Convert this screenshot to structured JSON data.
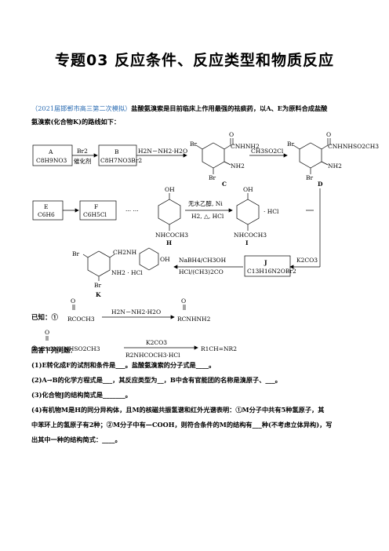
{
  "title": "专题03    反应条件、反应类型和物质反应",
  "intro": {
    "source": "（2021届邯郸市高三第二次模拟）",
    "text_1": "盐酸氨溴索是目前临床上作用最强的祛痰药，以A、E为原料合成盐酸",
    "text_2": "氨溴索(化合物K)的路线如下："
  },
  "scheme": {
    "A_label": "A",
    "A_formula": "C8H9NO3",
    "arrow_AB_top": "Br2",
    "arrow_AB_bottom": "催化剂",
    "B_label": "B",
    "B_formula": "C8H7NO3Br2",
    "reagent_BC": "H2N－NH2·H2O",
    "C_label": "C",
    "reagent_CD": "CH3SO2Cl",
    "D_label": "D",
    "E_label": "E",
    "E_formula": "C6H6",
    "F_label": "F",
    "F_formula": "C6H5Cl",
    "dots": "··· ···",
    "H_label": "H",
    "reagent_HI_1": "无水乙醇, Ni",
    "reagent_HI_2": "H2, △, HCl",
    "I_label": "I",
    "I_hcl": "· HCl",
    "J_label": "J",
    "J_formula": "C13H16N2OBr2",
    "reagent_DJ": "K2CO3",
    "reagent_JK_1": "NaBH4/CH3OH",
    "reagent_JK_2": "HCl/(CH3)2CO",
    "K_label": "K",
    "atom_Br": "Br",
    "atom_O": "O",
    "atom_OH": "OH",
    "C_group": "CNHNH2",
    "D_group": "CNHNHSO2CH3",
    "NH2": "NH2",
    "NHCOCH3": "NHCOCH3",
    "K_side": "CH2NH",
    "K_nh2hcl": "NH2 · HCl"
  },
  "known": {
    "label": "已知：①",
    "eq1_left": "RCOCH3",
    "eq1_reagent": "H2N－NH2·H2O",
    "eq1_right": "RCNHNH2",
    "eq2_label": "②",
    "eq2_left": "R1CNHNHSO2CH3",
    "eq2_reagent_top": "K2CO3",
    "eq2_reagent_bottom": "R2NHCOCH3·HCl",
    "eq2_right": "R1CH=NR2"
  },
  "questions": {
    "intro": "回答下列问题：",
    "q1": "(1)E转化成F的试剂和条件是___。盐酸氨溴索的分子式是____。",
    "q2": "(2)A→B的化学方程式是___，其反应类型为__，B中含有官能团的名称是溴原子、___。",
    "q3": "(3)化合物J的结构简式是_______。",
    "q4a": "(4)有机物M是H的同分异构体，且M的核磁共振氢谱和红外光谱表明：①M分子中共有5种氢原子，其",
    "q4b": "中苯环上的氢原子有2种；②M分子中有—COOH，则符合条件的M的结构有___种(不考虑立体异构)，写",
    "q4c": "出其中一种的结构简式：____。"
  }
}
